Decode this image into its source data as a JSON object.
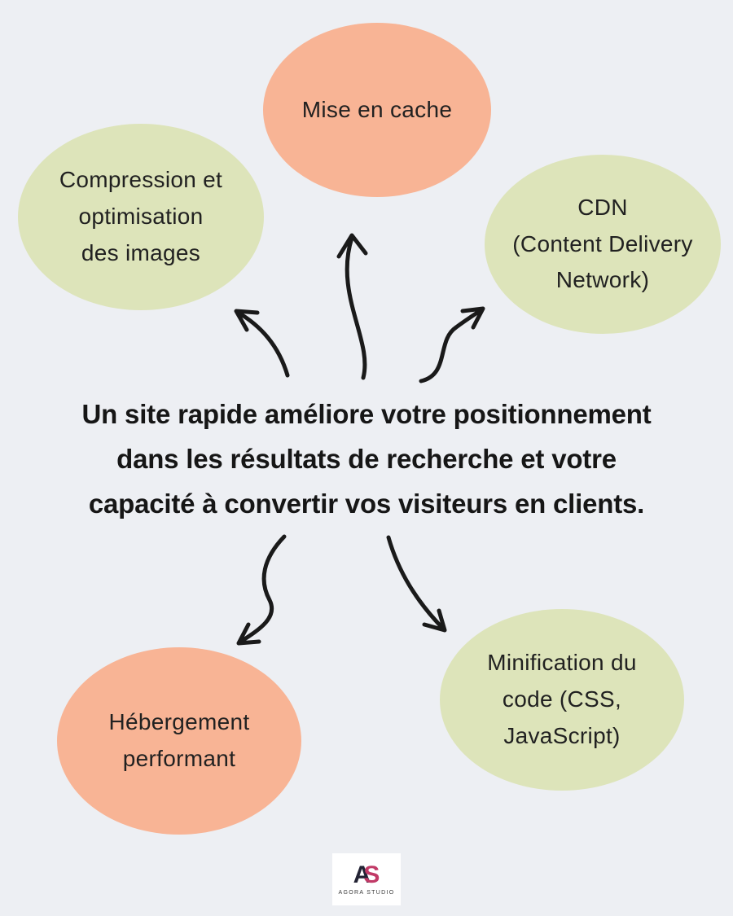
{
  "canvas": {
    "background": "#edeff3",
    "arrow_color": "#1a1a1a"
  },
  "center_statement": "Un site rapide améliore votre positionnement\ndans les résultats de recherche et votre\ncapacité à convertir vos visiteurs en clients.",
  "bubbles": {
    "cache": {
      "label": "Mise en cache",
      "color": "#f8b495"
    },
    "compression": {
      "label": "Compression et\noptimisation\ndes images",
      "color": "#dde4ba"
    },
    "cdn": {
      "label": "CDN\n(Content Delivery\nNetwork)",
      "color": "#dde4ba"
    },
    "hosting": {
      "label": "Hébergement\nperformant",
      "color": "#f8b495"
    },
    "minification": {
      "label": "Minification du\ncode (CSS,\nJavaScript)",
      "color": "#dde4ba"
    }
  },
  "logo": {
    "letter_a": "A",
    "letter_s": "S",
    "studio_name": "AGORA STUDIO",
    "letter_a_color": "#232334",
    "letter_s_color": "#c13a67"
  }
}
